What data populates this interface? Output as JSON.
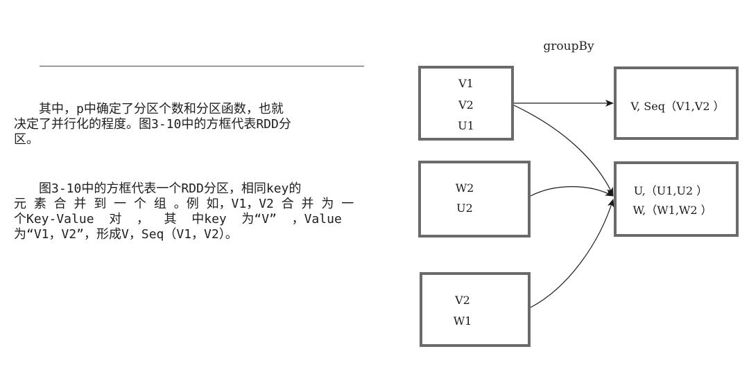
{
  "text": {
    "para1_lines": [
      "　　其中，p中确定了分区个数和分区函数，也就",
      "决定了并行化的程度。图3-10中的方框代表RDD分",
      "区。"
    ],
    "para2_lines": [
      "　　图3-10中的方框代表一个RDD分区，相同key的",
      "元 素 合 并 到 一 个 组 。例 如，V1，V2 合 并 为 一",
      "个Key-Value  对  ，  其  中key  为“V”  ，Value",
      "为“V1，V2”，形成V，Seq（V1，V2）。"
    ]
  },
  "diagram": {
    "caption": "groupBy",
    "source_partitions": [
      {
        "items": [
          "V1",
          "V2",
          "U1"
        ]
      },
      {
        "items": [
          "W2",
          "U2"
        ]
      },
      {
        "items": [
          "V2",
          "W1"
        ]
      }
    ],
    "result_partitions": [
      {
        "items": [
          "V, Seq（V1,V2 ）"
        ]
      },
      {
        "items": [
          "U,（U1,U2 ）",
          " W,（W1,W2 ）"
        ]
      }
    ],
    "arrow_color": "#1a1a1a",
    "box_border_color": "#6a6a6a"
  }
}
